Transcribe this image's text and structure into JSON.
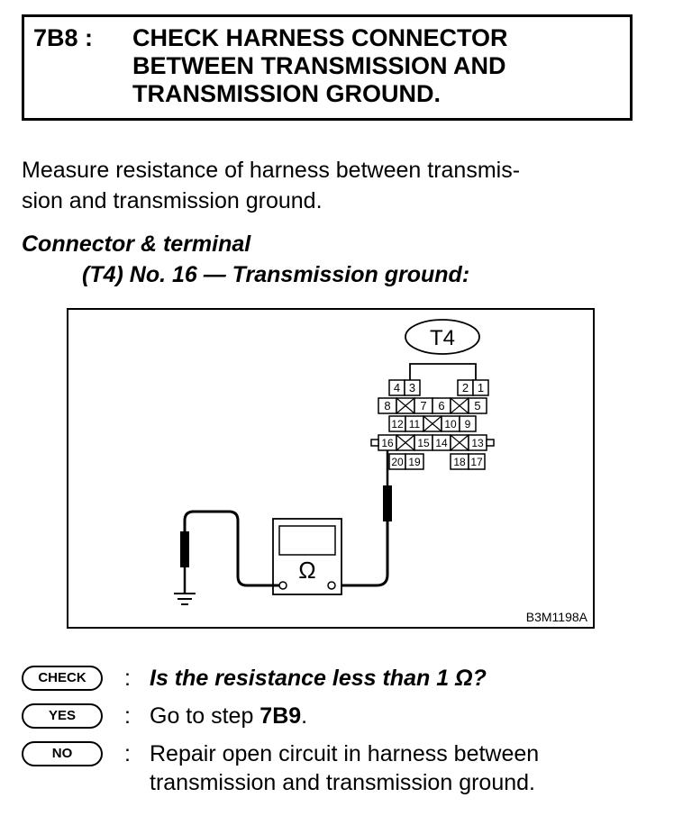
{
  "header": {
    "step_id": "7B8 :",
    "title_lines": [
      "CHECK HARNESS CONNECTOR",
      "BETWEEN TRANSMISSION AND",
      "TRANSMISSION GROUND."
    ]
  },
  "instruction_lines": [
    "Measure resistance of harness between transmis-",
    "sion and transmission ground."
  ],
  "connector": {
    "label": "Connector & terminal",
    "spec": "(T4) No. 16 — Transmission ground:"
  },
  "diagram": {
    "connector_name": "T4",
    "meter_symbol": "Ω",
    "figure_code": "B3M1198A",
    "terminals": {
      "row1": [
        "4",
        "3",
        "2",
        "1"
      ],
      "row2": [
        "8",
        "7",
        "6",
        "5"
      ],
      "row3": [
        "12",
        "11",
        "10",
        "9"
      ],
      "row4": [
        "16",
        "15",
        "14",
        "13"
      ],
      "row5": [
        "20",
        "19",
        "18",
        "17"
      ]
    }
  },
  "checks": {
    "check": {
      "badge": "CHECK",
      "text": "Is the resistance less than 1 Ω?"
    },
    "yes": {
      "badge": "YES",
      "text_prefix": "Go to step ",
      "step_ref": "7B9",
      "text_suffix": "."
    },
    "no": {
      "badge": "NO",
      "lines": [
        "Repair open circuit in harness between",
        "transmission and transmission ground."
      ]
    }
  }
}
